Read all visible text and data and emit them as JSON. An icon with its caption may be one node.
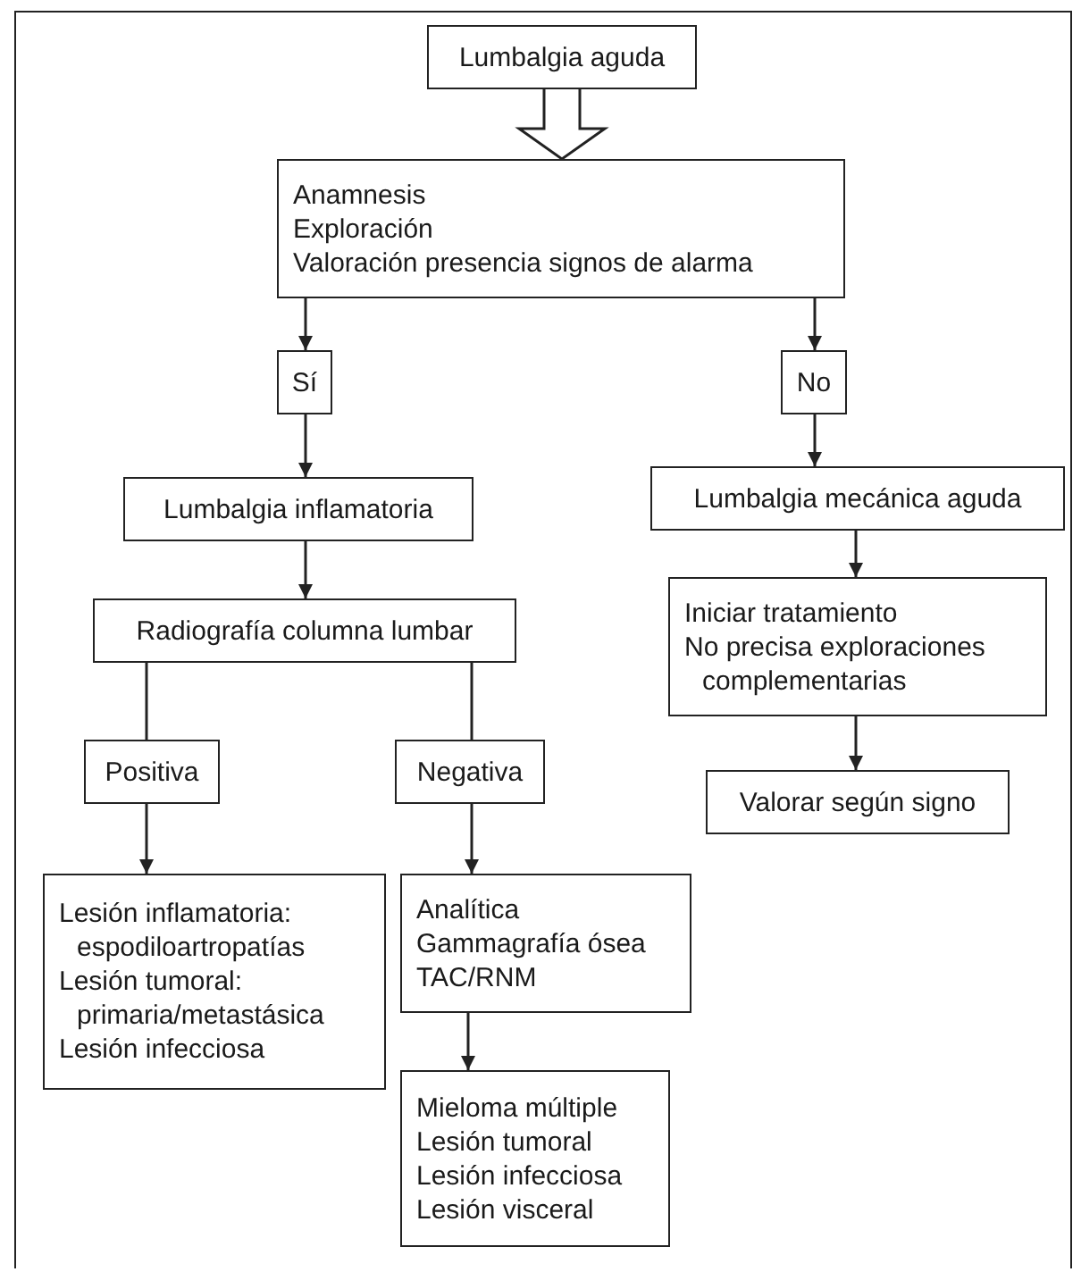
{
  "diagram": {
    "nodes": [
      {
        "text": [
          "Lumbalgia aguda"
        ]
      },
      {
        "text": [
          "Anamnesis",
          "Exploración",
          "Valoración presencia signos de alarma"
        ]
      },
      {
        "text": [
          "Sí"
        ]
      },
      {
        "text": [
          "No"
        ]
      },
      {
        "text": [
          "Lumbalgia inflamatoria"
        ]
      },
      {
        "text": [
          "Radiografía columna lumbar"
        ]
      },
      {
        "text": [
          "Positiva"
        ]
      },
      {
        "text": [
          "Negativa"
        ]
      },
      {
        "text": [
          "Lumbalgia mecánica aguda"
        ]
      },
      {
        "text": [
          "Iniciar tratamiento",
          "No precisa exploraciones complementarias"
        ]
      },
      {
        "text": [
          "Valorar según signo"
        ]
      },
      {
        "text": [
          "Lesión inflamatoria: espodiloartropatías",
          "Lesión tumoral: primaria/metastásica",
          "Lesión infecciosa"
        ]
      },
      {
        "text": [
          "Analítica",
          "Gammagrafía ósea",
          "TAC/RNM"
        ]
      },
      {
        "text": [
          "Mieloma múltiple",
          "Lesión tumoral",
          "Lesión infecciosa",
          "Lesión visceral"
        ]
      }
    ],
    "edges": [
      {
        "from": 0,
        "to": 1,
        "arrow": "to",
        "style": "thick"
      },
      {
        "from": 1,
        "to": 2,
        "arrow": "to"
      },
      {
        "from": 1,
        "to": 3,
        "arrow": "to"
      },
      {
        "from": 2,
        "to": 4,
        "arrow": "to"
      },
      {
        "from": 4,
        "to": 5,
        "arrow": "to"
      },
      {
        "from": 5,
        "to": 6,
        "arrow": "none"
      },
      {
        "from": 5,
        "to": 7,
        "arrow": "none"
      },
      {
        "from": 6,
        "to": 11,
        "arrow": "to"
      },
      {
        "from": 7,
        "to": 12,
        "arrow": "to"
      },
      {
        "from": 12,
        "to": 13,
        "arrow": "to"
      },
      {
        "from": 3,
        "to": 8,
        "arrow": "to"
      },
      {
        "from": 8,
        "to": 9,
        "arrow": "to"
      },
      {
        "from": 9,
        "to": 10,
        "arrow": "to"
      }
    ]
  }
}
